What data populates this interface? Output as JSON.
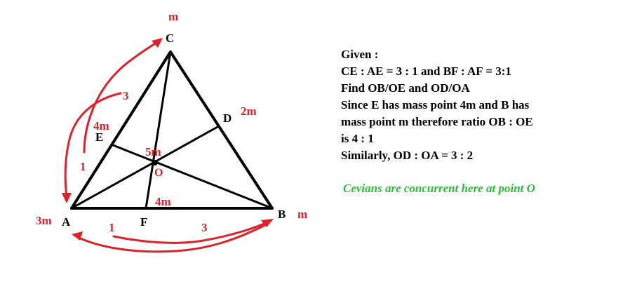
{
  "diagram": {
    "vertices": {
      "a": "A",
      "b": "B",
      "c": "C",
      "d": "D",
      "e": "E",
      "f": "F",
      "o": "O"
    },
    "mass_labels": {
      "c_mass": "m",
      "d_mass": "2m",
      "e_mass": "4m",
      "o_mass": "5m",
      "a_mass": "3m",
      "b_mass": "m",
      "f_mass": "4m"
    },
    "ratio_labels": {
      "ac_near_c": "3",
      "ac_near_a": "1",
      "ab_near_a": "1",
      "ab_near_b": "3"
    }
  },
  "solution": {
    "lines": [
      "Given :",
      "CE : AE = 3 : 1 and BF : AF = 3:1",
      "Find OB/OE and OD/OA",
      "Since E has mass point 4m and B has",
      "mass point m therefore ratio OB : OE",
      "is 4 : 1",
      "Similarly, OD : OA = 3 : 2"
    ],
    "note": "Cevians are concurrent here at point O"
  }
}
